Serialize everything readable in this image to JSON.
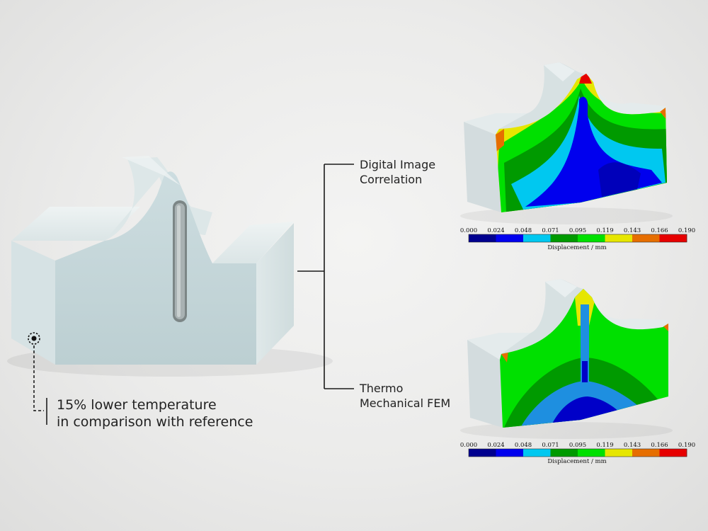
{
  "annotations": {
    "dic_line1": "Digital Image",
    "dic_line2": "Correlation",
    "fem_line1": "Thermo",
    "fem_line2": "Mechanical FEM",
    "temp_line1": "15% lower temperature",
    "temp_line2": "in comparison with reference"
  },
  "colorbar": {
    "ticks": [
      "0.000",
      "0.024",
      "0.048",
      "0.071",
      "0.095",
      "0.119",
      "0.143",
      "0.166",
      "0.190"
    ],
    "colors": [
      "#00008f",
      "#0000ee",
      "#00c8f0",
      "#009a00",
      "#00e000",
      "#e6e600",
      "#e66e00",
      "#e60000"
    ],
    "label": "Displacement / mm"
  },
  "colors": {
    "block_front": "#c5d6d8",
    "block_top": "#e6eeee",
    "connector": "#1a1a1a"
  }
}
